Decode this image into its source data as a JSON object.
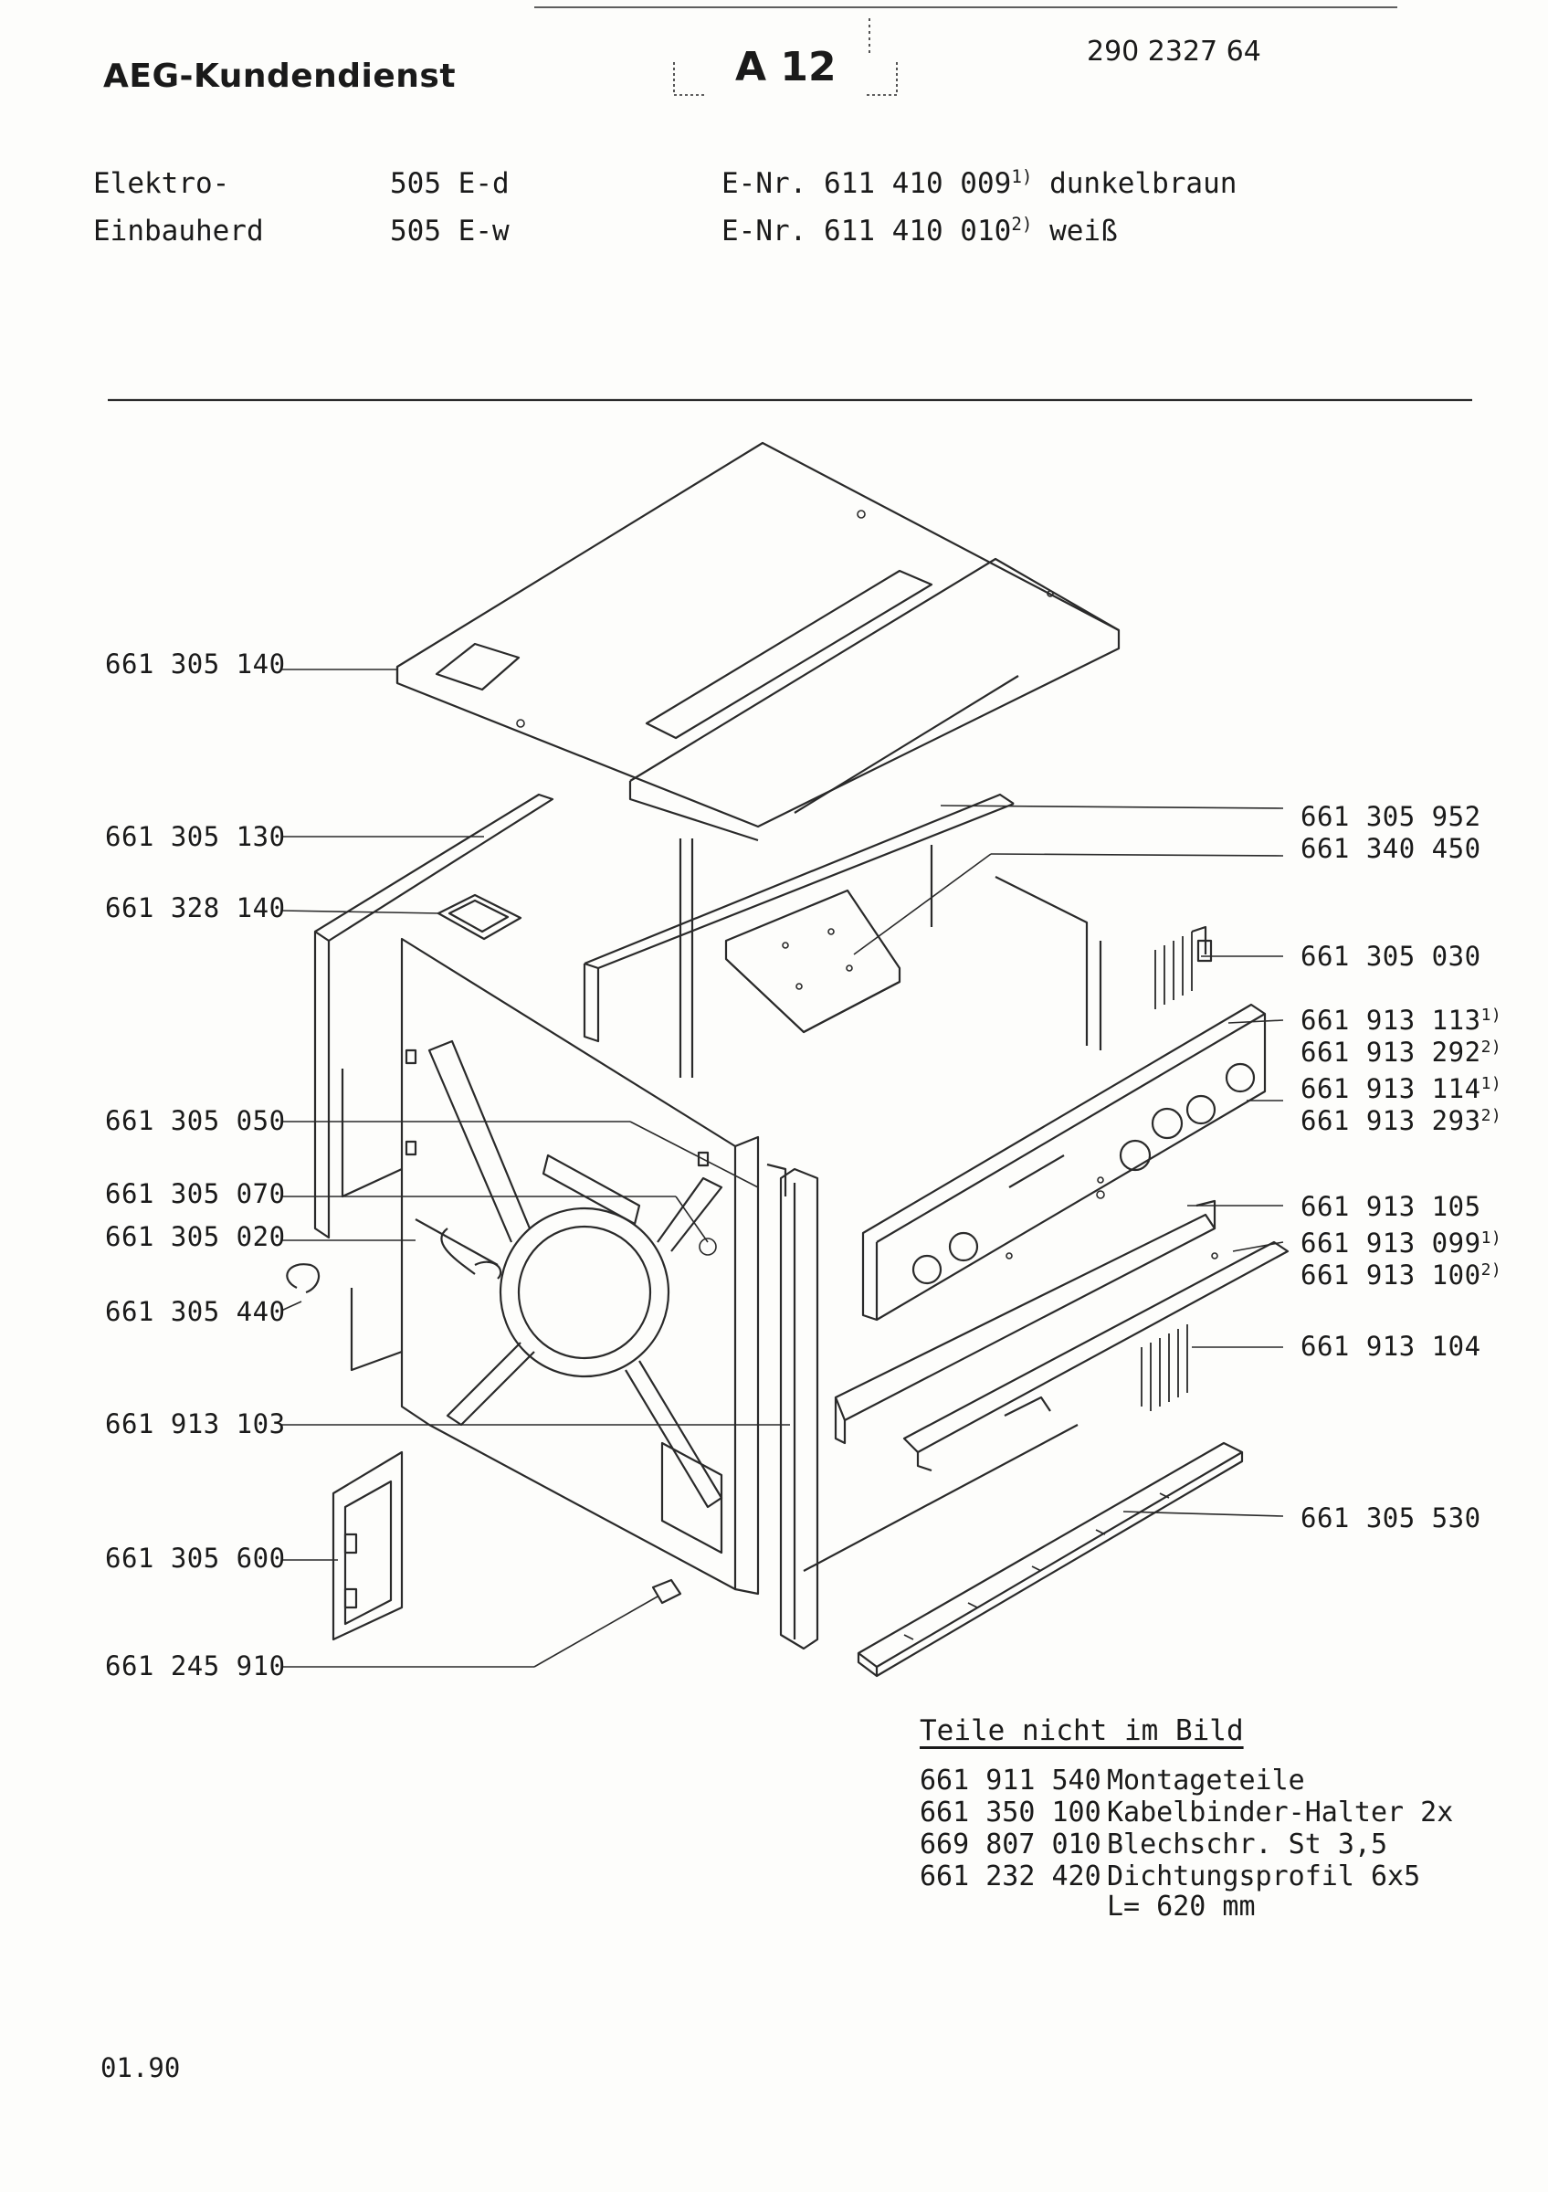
{
  "header": {
    "brand": "AEG-Kundendienst",
    "code": "A 12",
    "doc_number": "290 2327 64"
  },
  "product": {
    "line1": {
      "name": "Elektro-",
      "model": "505 E-d",
      "enr_label": "E-Nr.",
      "enr": "611 410 009",
      "enr_note": "1)",
      "color": "dunkelbraun"
    },
    "line2": {
      "name": "Einbauherd",
      "model": "505 E-w",
      "enr_label": "E-Nr.",
      "enr": "611 410 010",
      "enr_note": "2)",
      "color": "weiß"
    }
  },
  "parts_left": [
    {
      "id": "p1",
      "number": "661 305 140"
    },
    {
      "id": "p2",
      "number": "661 305 130"
    },
    {
      "id": "p3",
      "number": "661 328 140"
    },
    {
      "id": "p4",
      "number": "661 305 050"
    },
    {
      "id": "p5",
      "number": "661 305 070"
    },
    {
      "id": "p6",
      "number": "661 305 020"
    },
    {
      "id": "p7",
      "number": "661 305 440"
    },
    {
      "id": "p8",
      "number": "661 913 103"
    },
    {
      "id": "p9",
      "number": "661 305 600"
    },
    {
      "id": "p10",
      "number": "661 245 910"
    }
  ],
  "parts_right": [
    {
      "id": "r1",
      "number": "661 305 952",
      "note": ""
    },
    {
      "id": "r2",
      "number": "661 340 450",
      "note": ""
    },
    {
      "id": "r3",
      "number": "661 305 030",
      "note": ""
    },
    {
      "id": "r4",
      "number": "661 913 113",
      "note": "1)"
    },
    {
      "id": "r5",
      "number": "661 913 292",
      "note": "2)"
    },
    {
      "id": "r6",
      "number": "661 913 114",
      "note": "1)"
    },
    {
      "id": "r7",
      "number": "661 913 293",
      "note": "2)"
    },
    {
      "id": "r8",
      "number": "661 913 105",
      "note": ""
    },
    {
      "id": "r9",
      "number": "661 913 099",
      "note": "1)"
    },
    {
      "id": "r10",
      "number": "661 913 100",
      "note": "2)"
    },
    {
      "id": "r11",
      "number": "661 913 104",
      "note": ""
    },
    {
      "id": "r12",
      "number": "661 305 530",
      "note": ""
    }
  ],
  "not_in_picture": {
    "title": "Teile nicht im Bild",
    "rows": [
      {
        "number": "661 911 540",
        "text": "Montageteile"
      },
      {
        "number": "661 350 100",
        "text": "Kabelbinder-Halter 2x"
      },
      {
        "number": "669 807 010",
        "text": "Blechschr. St 3,5"
      },
      {
        "number": "661 232 420",
        "text": "Dichtungsprofil 6x5"
      },
      {
        "number": "",
        "text": "L= 620 mm"
      }
    ]
  },
  "footer": {
    "date": "01.90"
  }
}
